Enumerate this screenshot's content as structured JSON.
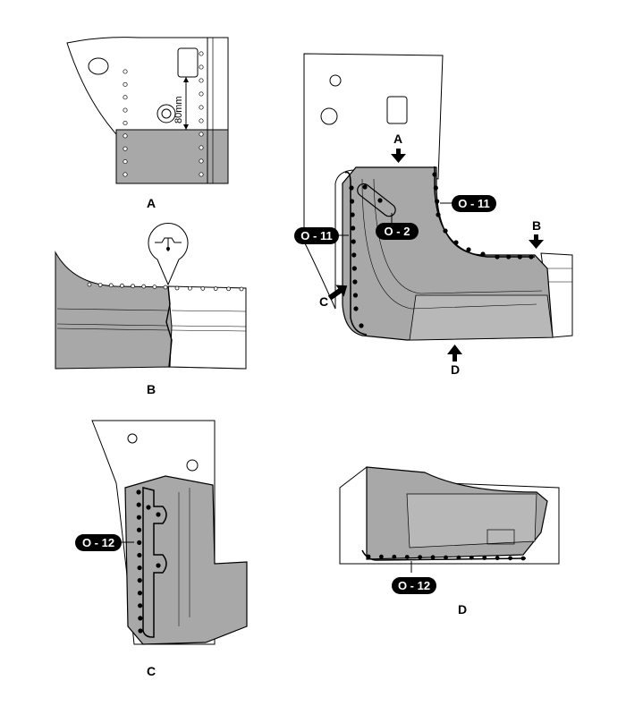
{
  "views": {
    "a": {
      "caption": "A",
      "dimension": "80mm"
    },
    "b": {
      "caption": "B"
    },
    "main": {
      "arrow_a": "A",
      "arrow_b": "B",
      "arrow_c": "C",
      "arrow_d": "D",
      "code_left": "O - 11",
      "code_right": "O - 11",
      "code_inner": "O - 2"
    },
    "c": {
      "caption": "C",
      "code": "O - 12"
    },
    "d": {
      "caption": "D",
      "code": "O - 12"
    }
  },
  "colors": {
    "panel_fill": "#a8a8a8",
    "line": "#000000",
    "background": "#ffffff",
    "label_fill": "#000000"
  },
  "icons": [
    "arrow-icon",
    "weld-spot-icon",
    "cross-section-callout-icon"
  ]
}
